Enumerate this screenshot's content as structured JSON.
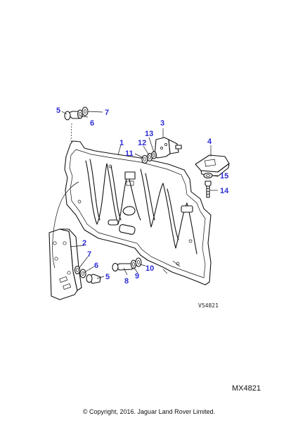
{
  "diagram": {
    "callouts": [
      "1",
      "2",
      "3",
      "4",
      "5",
      "6",
      "7",
      "8",
      "9",
      "10",
      "11",
      "12",
      "13",
      "14",
      "15"
    ],
    "callout_5_lower": "5",
    "callout_6_lower": "6",
    "callout_7_lower": "7",
    "reference_code": "V54821",
    "part_number": "MX4821",
    "copyright": "© Copyright, 2016. Jaguar Land Rover Limited.",
    "callout_color": "#2b2bd8"
  }
}
